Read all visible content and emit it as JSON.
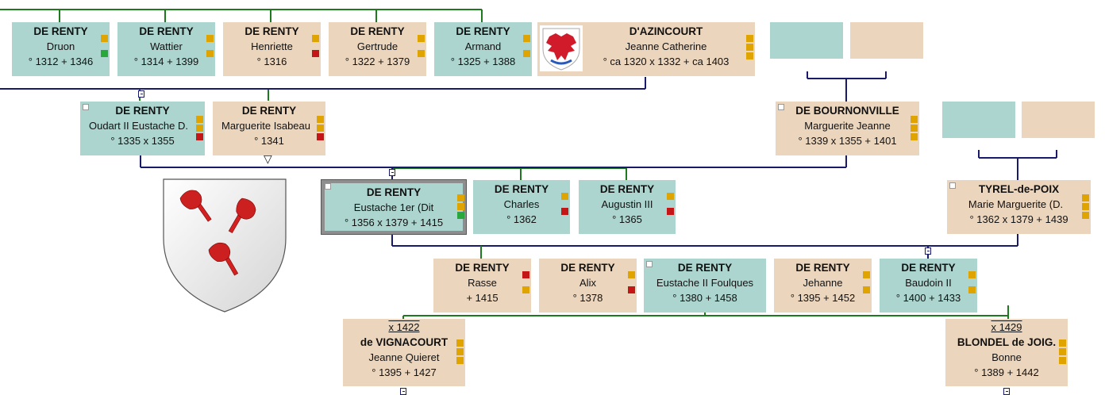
{
  "colors": {
    "male": "#acd5cf",
    "female": "#ecd5bd",
    "line_blue": "#1a1a6a",
    "line_green": "#1e7a1e",
    "mark_orange": "#e0a400",
    "mark_red": "#c41616",
    "mark_green": "#28a83a"
  },
  "row1": [
    {
      "surname": "DE RENTY",
      "given": "Druon",
      "dates": "° 1312   + 1346"
    },
    {
      "surname": "DE RENTY",
      "given": "Wattier",
      "dates": "° 1314   + 1399"
    },
    {
      "surname": "DE RENTY",
      "given": "Henriette",
      "dates": "° 1316"
    },
    {
      "surname": "DE RENTY",
      "given": "Gertrude",
      "dates": "° 1322   + 1379"
    },
    {
      "surname": "DE RENTY",
      "given": "Armand",
      "dates": "° 1325   + 1388"
    },
    {
      "surname": "D'AZINCOURT",
      "given": "Jeanne Catherine",
      "dates": "° ca 1320   x 1332   + ca 1403"
    }
  ],
  "row2": [
    {
      "surname": "DE RENTY",
      "given": "Oudart II Eustache D.",
      "dates": "° 1335   x 1355"
    },
    {
      "surname": "DE RENTY",
      "given": "Marguerite Isabeau",
      "dates": "° 1341"
    },
    {
      "surname": "DE BOURNONVILLE",
      "given": "Marguerite Jeanne",
      "dates": "° 1339   x 1355   + 1401"
    }
  ],
  "row3": [
    {
      "surname": "DE RENTY",
      "given": "Eustache 1er (Dit",
      "dates": "° 1356   x 1379   + 1415"
    },
    {
      "surname": "DE RENTY",
      "given": "Charles",
      "dates": "° 1362"
    },
    {
      "surname": "DE RENTY",
      "given": "Augustin III",
      "dates": "° 1365"
    },
    {
      "surname": "TYREL-de-POIX",
      "given": "Marie Marguerite (D.",
      "dates": "° 1362   x 1379   + 1439"
    }
  ],
  "row4": [
    {
      "surname": "DE RENTY",
      "given": "Rasse",
      "dates": "+ 1415"
    },
    {
      "surname": "DE RENTY",
      "given": "Alix",
      "dates": "° 1378"
    },
    {
      "surname": "DE RENTY",
      "given": "Eustache II Foulques",
      "dates": "° 1380   + 1458"
    },
    {
      "surname": "DE RENTY",
      "given": "Jehanne",
      "dates": "° 1395   + 1452"
    },
    {
      "surname": "DE RENTY",
      "given": "Baudoin II",
      "dates": "° 1400   + 1433"
    }
  ],
  "row5": [
    {
      "marriage": "x 1422",
      "surname": "de VIGNACOURT",
      "given": "Jeanne Quieret",
      "dates": "° 1395   + 1427"
    },
    {
      "marriage": "x 1429",
      "surname": "BLONDEL de JOIG.",
      "given": "Bonne",
      "dates": "° 1389   + 1442"
    }
  ]
}
